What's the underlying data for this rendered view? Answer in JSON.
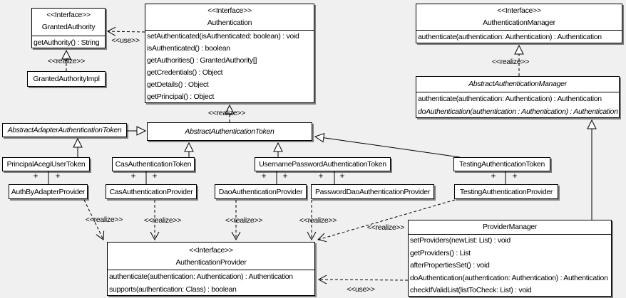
{
  "colors": {
    "background": "#f0f0f0",
    "box_fill": "#ffffff",
    "box_border": "#000000",
    "box_shadow": "#7f7f7f"
  },
  "labels": {
    "use": "<<use>>",
    "realize": "<<realize>>",
    "plus": "+",
    "interface_stereotype": "<<Interface>>"
  },
  "classes": {
    "grantedAuthority": {
      "stereotype": "<<Interface>>",
      "name": "GrantedAuthority",
      "methods": [
        "getAuthority() : String"
      ]
    },
    "grantedAuthorityImpl": {
      "name": "GrantedAuthorityImpl"
    },
    "authentication": {
      "stereotype": "<<Interface>>",
      "name": "Authentication",
      "methods": [
        "setAuthenticated(isAuthenticated: boolean) : void",
        "isAuthenticated() : boolean",
        "getAuthorities() : GrantedAuthority[]",
        "getCredentials() : Object",
        "getDetails() : Object",
        "getPrincipal() : Object"
      ]
    },
    "authenticationManager": {
      "stereotype": "<<Interface>>",
      "name": "AuthenticationManager",
      "methods": [
        "authenticate(authentication: Authentication) : Authentication"
      ]
    },
    "abstractAuthenticationManager": {
      "name": "AbstractAuthenticationManager",
      "methods": [
        "authenticate(authentication: Authentication) : Authentication",
        "doAuthentication(authentication : Authentication) : Authentication"
      ]
    },
    "abstractAdapterAuthenticationToken": {
      "name": "AbstractAdapterAuthenticationToken"
    },
    "abstractAuthenticationToken": {
      "name": "AbstractAuthenticationToken"
    },
    "principalAcegiUserToken": {
      "name": "PrincipalAcegiUserToken"
    },
    "casAuthenticationToken": {
      "name": "CasAuthenticationToken"
    },
    "usernamePasswordAuthenticationToken": {
      "name": "UsernamePasswordAuthenticationToken"
    },
    "testingAuthenticationToken": {
      "name": "TestingAuthenticationToken"
    },
    "authByAdapterProvider": {
      "name": "AuthByAdapterProvider"
    },
    "casAuthenticationProvider": {
      "name": "CasAuthenticationProvider"
    },
    "daoAuthenticationProvider": {
      "name": "DaoAuthenticationProvider"
    },
    "passwordDaoAuthenticationProvider": {
      "name": "PasswordDaoAuthenticationProvider"
    },
    "testingAuthenticationProvider": {
      "name": "TestingAuthenticationProvider"
    },
    "authenticationProvider": {
      "stereotype": "<<Interface>>",
      "name": "AuthenticationProvider",
      "methods": [
        "authenticate(authentication: Authentication) : Authentication",
        "supports(authentication: Class) : boolean"
      ]
    },
    "providerManager": {
      "name": "ProviderManager",
      "methods": [
        "setProviders(newList: List) : void",
        "getProviders() : List",
        "afterPropertiesSet() : void",
        "doAuthentication(authentication: Authentication) : Authentication",
        "checkIfValidList(listToCheck: List) : void"
      ]
    }
  }
}
